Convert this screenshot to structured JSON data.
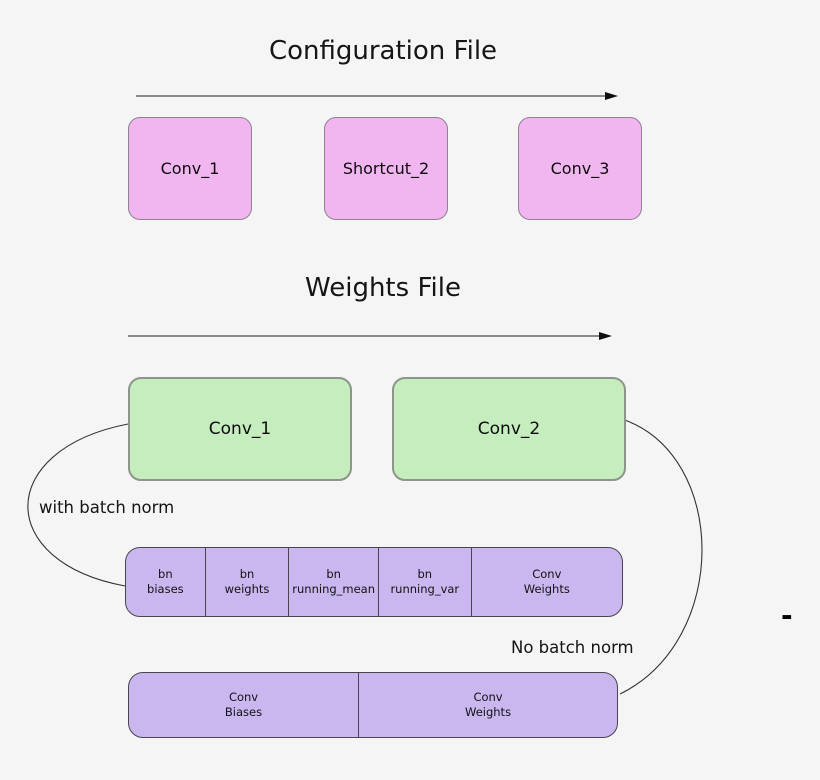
{
  "diagram": {
    "background_color": "#f5f5f5",
    "config_section": {
      "title": "Configuration File",
      "box_fill": "#f1b6ef",
      "boxes": [
        {
          "label": "Conv_1"
        },
        {
          "label": "Shortcut_2"
        },
        {
          "label": "Conv_3"
        }
      ]
    },
    "weights_section": {
      "title": "Weights File",
      "box_fill": "#c5edbd",
      "boxes": [
        {
          "label": "Conv_1"
        },
        {
          "label": "Conv_2"
        }
      ]
    },
    "annotations": {
      "with_batch_norm": "with batch norm",
      "no_batch_norm": "No batch norm",
      "dash": "-"
    },
    "bn_bar": {
      "fill": "#cbb7f0",
      "cells": [
        {
          "line1": "bn",
          "line2": "biases"
        },
        {
          "line1": "bn",
          "line2": "weights"
        },
        {
          "line1": "bn",
          "line2": "running_mean"
        },
        {
          "line1": "bn",
          "line2": "running_var"
        },
        {
          "line1": "Conv",
          "line2": "Weights"
        }
      ]
    },
    "no_bn_bar": {
      "fill": "#cbb7f0",
      "cells": [
        {
          "line1": "Conv",
          "line2": "Biases"
        },
        {
          "line1": "Conv",
          "line2": "Weights"
        }
      ]
    }
  }
}
